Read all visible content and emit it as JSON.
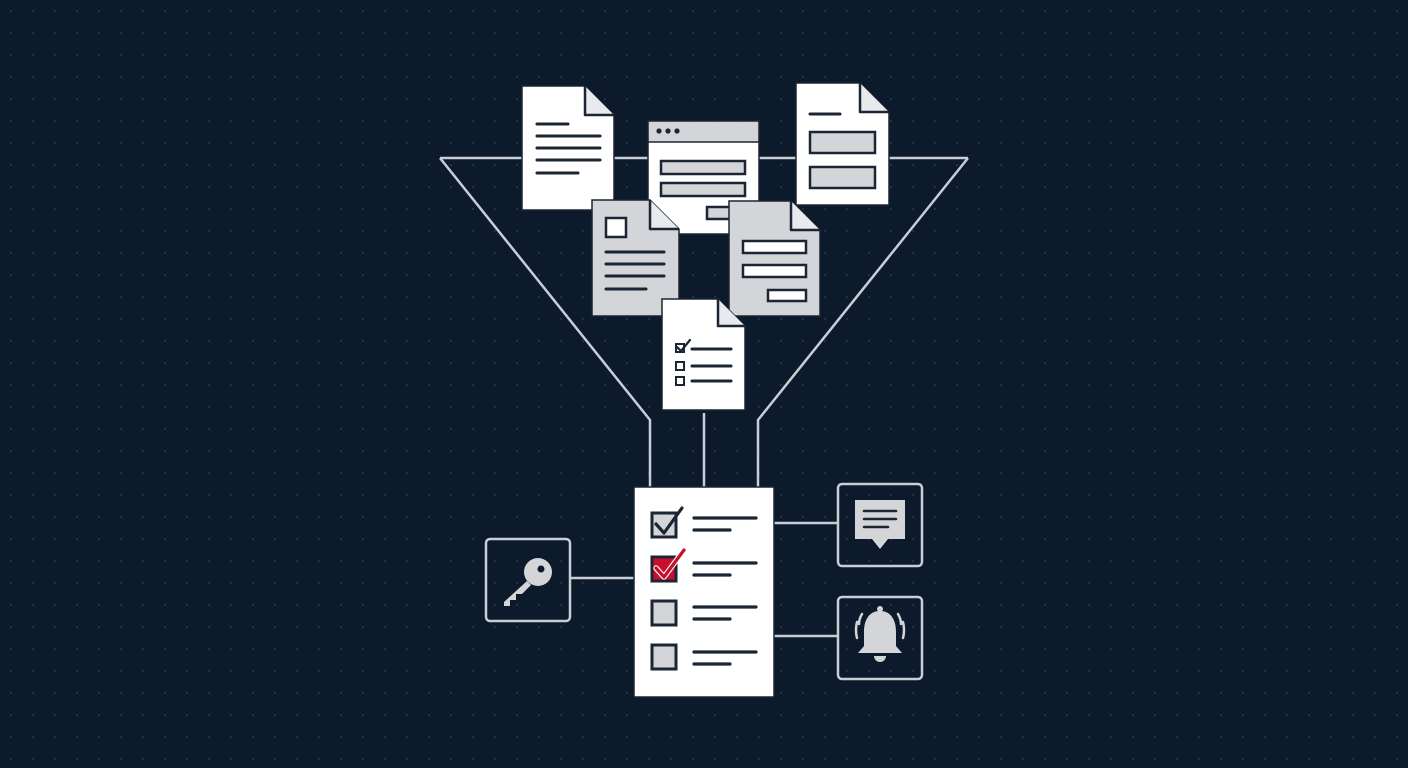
{
  "colors": {
    "background": "#0c1a2b",
    "dot": "#243447",
    "line": "#c9ced5",
    "doc_white": "#ffffff",
    "doc_grey": "#d3d5d9",
    "ink": "#1b2533",
    "accent_red": "#c8102e"
  },
  "diagram": {
    "type": "document-funnel-to-checklist",
    "funnel_inputs": [
      {
        "icon": "text-document-icon",
        "style": "lined text"
      },
      {
        "icon": "web-form-window-icon",
        "style": "browser form"
      },
      {
        "icon": "form-document-icon",
        "style": "two fields"
      },
      {
        "icon": "image-text-document-icon",
        "style": "thumbnail and lines"
      },
      {
        "icon": "form-document-icon",
        "style": "three fields"
      },
      {
        "icon": "checklist-document-icon",
        "style": "small checklist"
      }
    ],
    "output": {
      "icon": "checklist-icon",
      "items": [
        {
          "checked": true,
          "highlight": false
        },
        {
          "checked": true,
          "highlight": true
        },
        {
          "checked": false,
          "highlight": false
        },
        {
          "checked": false,
          "highlight": false
        }
      ]
    },
    "side_nodes": [
      "key-icon",
      "message-icon",
      "bell-icon"
    ]
  }
}
